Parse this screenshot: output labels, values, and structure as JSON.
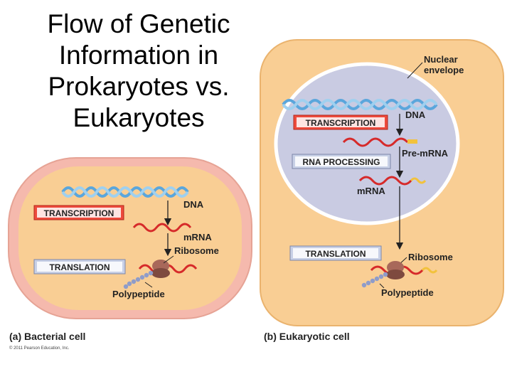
{
  "title": {
    "line1": "Flow of Genetic",
    "line2": "Information in",
    "line3": "Prokaryotes vs.",
    "line4": "Eukaryotes"
  },
  "bacterial": {
    "transcription": "TRANSCRIPTION",
    "translation": "TRANSLATION",
    "dna": "DNA",
    "mrna": "mRNA",
    "ribosome": "Ribosome",
    "polypeptide": "Polypeptide",
    "caption": "(a) Bacterial cell",
    "copyright": "© 2011 Pearson Education, Inc."
  },
  "eukaryotic": {
    "nuclear_envelope_line1": "Nuclear",
    "nuclear_envelope_line2": "envelope",
    "transcription": "TRANSCRIPTION",
    "rna_processing": "RNA PROCESSING",
    "translation": "TRANSLATION",
    "dna": "DNA",
    "pre_mrna": "Pre-mRNA",
    "mrna": "mRNA",
    "ribosome": "Ribosome",
    "polypeptide": "Polypeptide",
    "caption": "(b) Eukaryotic cell"
  },
  "colors": {
    "cell_fill": "#f9ce94",
    "cell_wall": "#f5b9ad",
    "nucleus_fill": "#c9cbe2",
    "label_box_red": "#ee4a3c",
    "label_box_gray": "#c8d0e6",
    "dna_strand": "#5aa6dc",
    "mrna_strand": "#d62a2a",
    "polypeptide_beads": "#8f9cc9"
  }
}
